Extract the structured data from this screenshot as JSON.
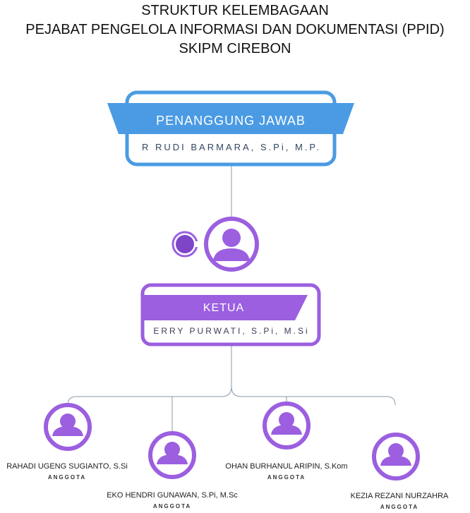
{
  "title": {
    "line1": "STRUKTUR KELEMBAGAAN",
    "line2": "PEJABAT PENGELOLA INFORMASI DAN DOKUMENTASI (PPID)",
    "line3": "SKIPM CIREBON"
  },
  "penanggung_jawab": {
    "role": "PENANGGUNG JAWAB",
    "name": "R RUDI BARMARA, S.Pi, M.P."
  },
  "ketua": {
    "role": "KETUA",
    "name": "ERRY PURWATI, S.Pi, M.Si"
  },
  "members": [
    {
      "name": "RAHADI UGENG SUGIANTO, S.Si",
      "role": "ANGGOTA"
    },
    {
      "name": "EKO HENDRI GUNAWAN, S.Pi, M.Sc",
      "role": "ANGGOTA"
    },
    {
      "name": "OHAN BURHANUL ARIPIN, S.Kom",
      "role": "ANGGOTA"
    },
    {
      "name": "KEZIA REZANI NURZAHRA",
      "role": "ANGGOTA"
    }
  ],
  "colors": {
    "blue": "#4a9be3",
    "purple": "#9b5fe0",
    "purple_dark": "#7e45c9",
    "line": "#8a9aaa"
  }
}
